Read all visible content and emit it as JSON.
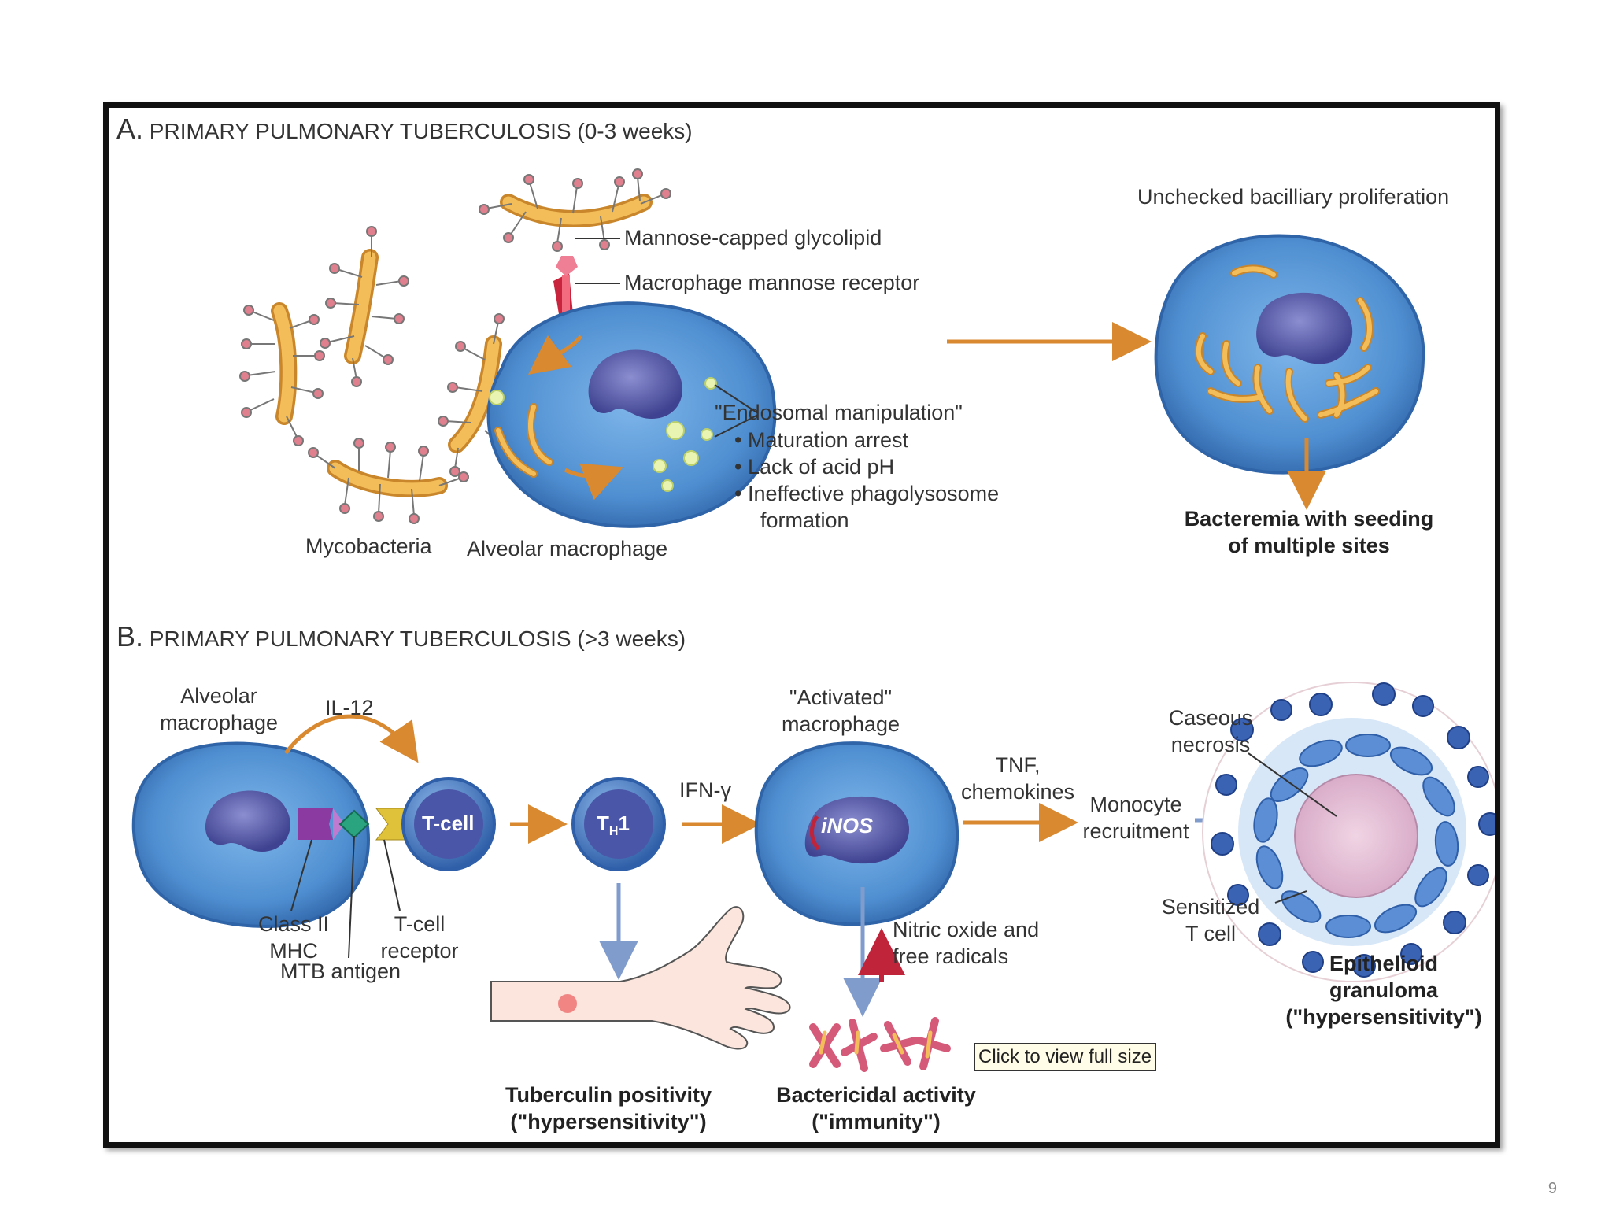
{
  "section_a": {
    "letter": "A.",
    "title": "PRIMARY PULMONARY TUBERCULOSIS (0-3 weeks)",
    "labels": {
      "mycobacteria": "Mycobacteria",
      "alveolar_macrophage": "Alveolar macrophage",
      "mannose_glycolipid": "Mannose-capped glycolipid",
      "mannose_receptor": "Macrophage mannose receptor",
      "endosomal": "\"Endosomal manipulation\"",
      "endosomal_items": [
        "Maturation arrest",
        "Lack of acid pH",
        "Ineffective phagolysosome"
      ],
      "endosomal_items_cont": "formation",
      "unchecked": "Unchecked bacilliary proliferation",
      "bacteremia_1": "Bacteremia with seeding",
      "bacteremia_2": "of multiple sites"
    }
  },
  "section_b": {
    "letter": "B.",
    "title": "PRIMARY PULMONARY TUBERCULOSIS (>3 weeks)",
    "labels": {
      "alveolar_1": "Alveolar",
      "alveolar_2": "macrophage",
      "il12": "IL-12",
      "tcell": "T-cell",
      "th1_main": "T",
      "th1_sub": "H",
      "th1_num": "1",
      "ifn": "IFN-γ",
      "activated_1": "\"Activated\"",
      "activated_2": "macrophage",
      "inos": "iNOS",
      "tnf_1": "TNF,",
      "tnf_2": "chemokines",
      "monocyte_1": "Monocyte",
      "monocyte_2": "recruitment",
      "caseous_1": "Caseous",
      "caseous_2": "necrosis",
      "sensitized_1": "Sensitized",
      "sensitized_2": "T cell",
      "class2_1": "Class II",
      "class2_2": "MHC",
      "tcr_1": "T-cell",
      "tcr_2": "receptor",
      "mtb": "MTB antigen",
      "nitric_1": "Nitric oxide and",
      "nitric_2": "free radicals",
      "tuberculin_1": "Tuberculin positivity",
      "tuberculin_2": "(\"hypersensitivity\")",
      "bactericidal_1": "Bactericidal activity",
      "bactericidal_2": "(\"immunity\")",
      "granuloma_1": "Epithelioid",
      "granuloma_2": "granuloma",
      "granuloma_3": "(\"hypersensitivity\")"
    }
  },
  "view_full": "Click to view full size",
  "page_number": "9",
  "colors": {
    "cell_blue": "#4f8fd1",
    "cell_dark": "#2f64a8",
    "nucleus": "#4a4d9a",
    "bacillus": "#f0b24a",
    "arrow_orange": "#d9892f",
    "arrow_blue": "#7f9ccc",
    "knob_pink": "#e07f8e"
  }
}
